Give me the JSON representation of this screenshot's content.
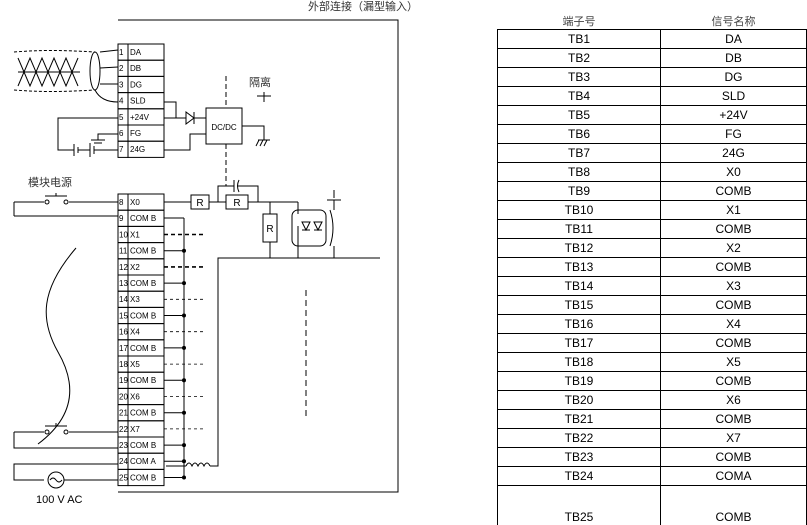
{
  "title": "外部连接（漏型输入）",
  "labels": {
    "isolation": "隔离",
    "module_power": "模块电源",
    "ac_supply": "100 V AC",
    "dcdc": "DC/DC",
    "resistor": "R"
  },
  "table": {
    "headers": [
      "端子号",
      "信号名称"
    ],
    "rows": [
      [
        "TB1",
        "DA"
      ],
      [
        "TB2",
        "DB"
      ],
      [
        "TB3",
        "DG"
      ],
      [
        "TB4",
        "SLD"
      ],
      [
        "TB5",
        "+24V"
      ],
      [
        "TB6",
        "FG"
      ],
      [
        "TB7",
        "24G"
      ],
      [
        "TB8",
        "X0"
      ],
      [
        "TB9",
        "COMB"
      ],
      [
        "TB10",
        "X1"
      ],
      [
        "TB11",
        "COMB"
      ],
      [
        "TB12",
        "X2"
      ],
      [
        "TB13",
        "COMB"
      ],
      [
        "TB14",
        "X3"
      ],
      [
        "TB15",
        "COMB"
      ],
      [
        "TB16",
        "X4"
      ],
      [
        "TB17",
        "COMB"
      ],
      [
        "TB18",
        "X5"
      ],
      [
        "TB19",
        "COMB"
      ],
      [
        "TB20",
        "X6"
      ],
      [
        "TB21",
        "COMB"
      ],
      [
        "TB22",
        "X7"
      ],
      [
        "TB23",
        "COMB"
      ],
      [
        "TB24",
        "COMA"
      ],
      [
        "TB25",
        "COMB"
      ]
    ]
  },
  "terminals_top": [
    {
      "num": "1",
      "name": "DA"
    },
    {
      "num": "2",
      "name": "DB"
    },
    {
      "num": "3",
      "name": "DG"
    },
    {
      "num": "4",
      "name": "SLD"
    },
    {
      "num": "5",
      "name": "+24V"
    },
    {
      "num": "6",
      "name": "FG"
    },
    {
      "num": "7",
      "name": "24G"
    }
  ],
  "terminals_bottom": [
    {
      "num": "8",
      "name": "X0"
    },
    {
      "num": "9",
      "name": "COM B"
    },
    {
      "num": "10",
      "name": "X1"
    },
    {
      "num": "11",
      "name": "COM B"
    },
    {
      "num": "12",
      "name": "X2"
    },
    {
      "num": "13",
      "name": "COM B"
    },
    {
      "num": "14",
      "name": "X3"
    },
    {
      "num": "15",
      "name": "COM B"
    },
    {
      "num": "16",
      "name": "X4"
    },
    {
      "num": "17",
      "name": "COM B"
    },
    {
      "num": "18",
      "name": "X5"
    },
    {
      "num": "19",
      "name": "COM B"
    },
    {
      "num": "20",
      "name": "X6"
    },
    {
      "num": "21",
      "name": "COM B"
    },
    {
      "num": "22",
      "name": "X7"
    },
    {
      "num": "23",
      "name": "COM B"
    },
    {
      "num": "24",
      "name": "COM A"
    },
    {
      "num": "25",
      "name": "COM B"
    }
  ]
}
